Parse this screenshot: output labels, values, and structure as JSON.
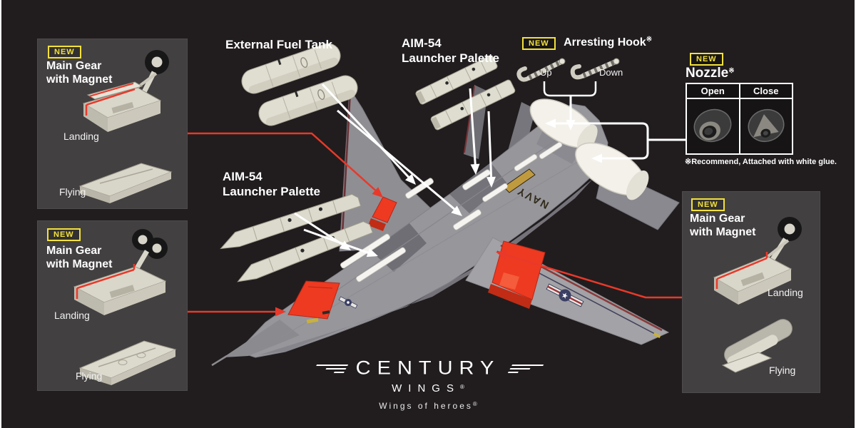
{
  "colors": {
    "background": "#211d1e",
    "panel_gray": "#434041",
    "badge_yellow": "#f3e13a",
    "accent_red": "#e8392a",
    "aircraft_gray": "#97969b",
    "part_cream": "#e0ddd1",
    "line_white": "#ffffff"
  },
  "panels": {
    "top_left": {
      "badge": "NEW",
      "title_line1": "Main Gear",
      "title_line2": "with Magnet",
      "landing_label": "Landing",
      "flying_label": "Flying"
    },
    "bottom_left": {
      "badge": "NEW",
      "title_line1": "Main Gear",
      "title_line2": "with Magnet",
      "landing_label": "Landing",
      "flying_label": "Flying"
    },
    "right": {
      "badge": "NEW",
      "title_line1": "Main Gear",
      "title_line2": "with Magnet",
      "landing_label": "Landing",
      "flying_label": "Flying"
    }
  },
  "callouts": {
    "external_fuel_tank": {
      "label": "External Fuel Tank"
    },
    "aim54_top": {
      "line1": "AIM-54",
      "line2": "Launcher Palette"
    },
    "aim54_left": {
      "line1": "AIM-54",
      "line2": "Launcher Palette"
    },
    "arresting_hook": {
      "badge": "NEW",
      "title": "Arresting Hook",
      "marker": "※",
      "up_label": "Up",
      "down_label": "Down"
    },
    "nozzle": {
      "badge": "NEW",
      "title": "Nozzle",
      "marker": "※",
      "open_label": "Open",
      "close_label": "Close",
      "note": "※Recommend, Attached with white glue."
    }
  },
  "aircraft": {
    "navy_marking": "NAVY"
  },
  "logo": {
    "brand": "CENTURY",
    "word": "WINGS",
    "registered": "®",
    "tagline": "Wings of heroes",
    "tagline_registered": "®"
  }
}
